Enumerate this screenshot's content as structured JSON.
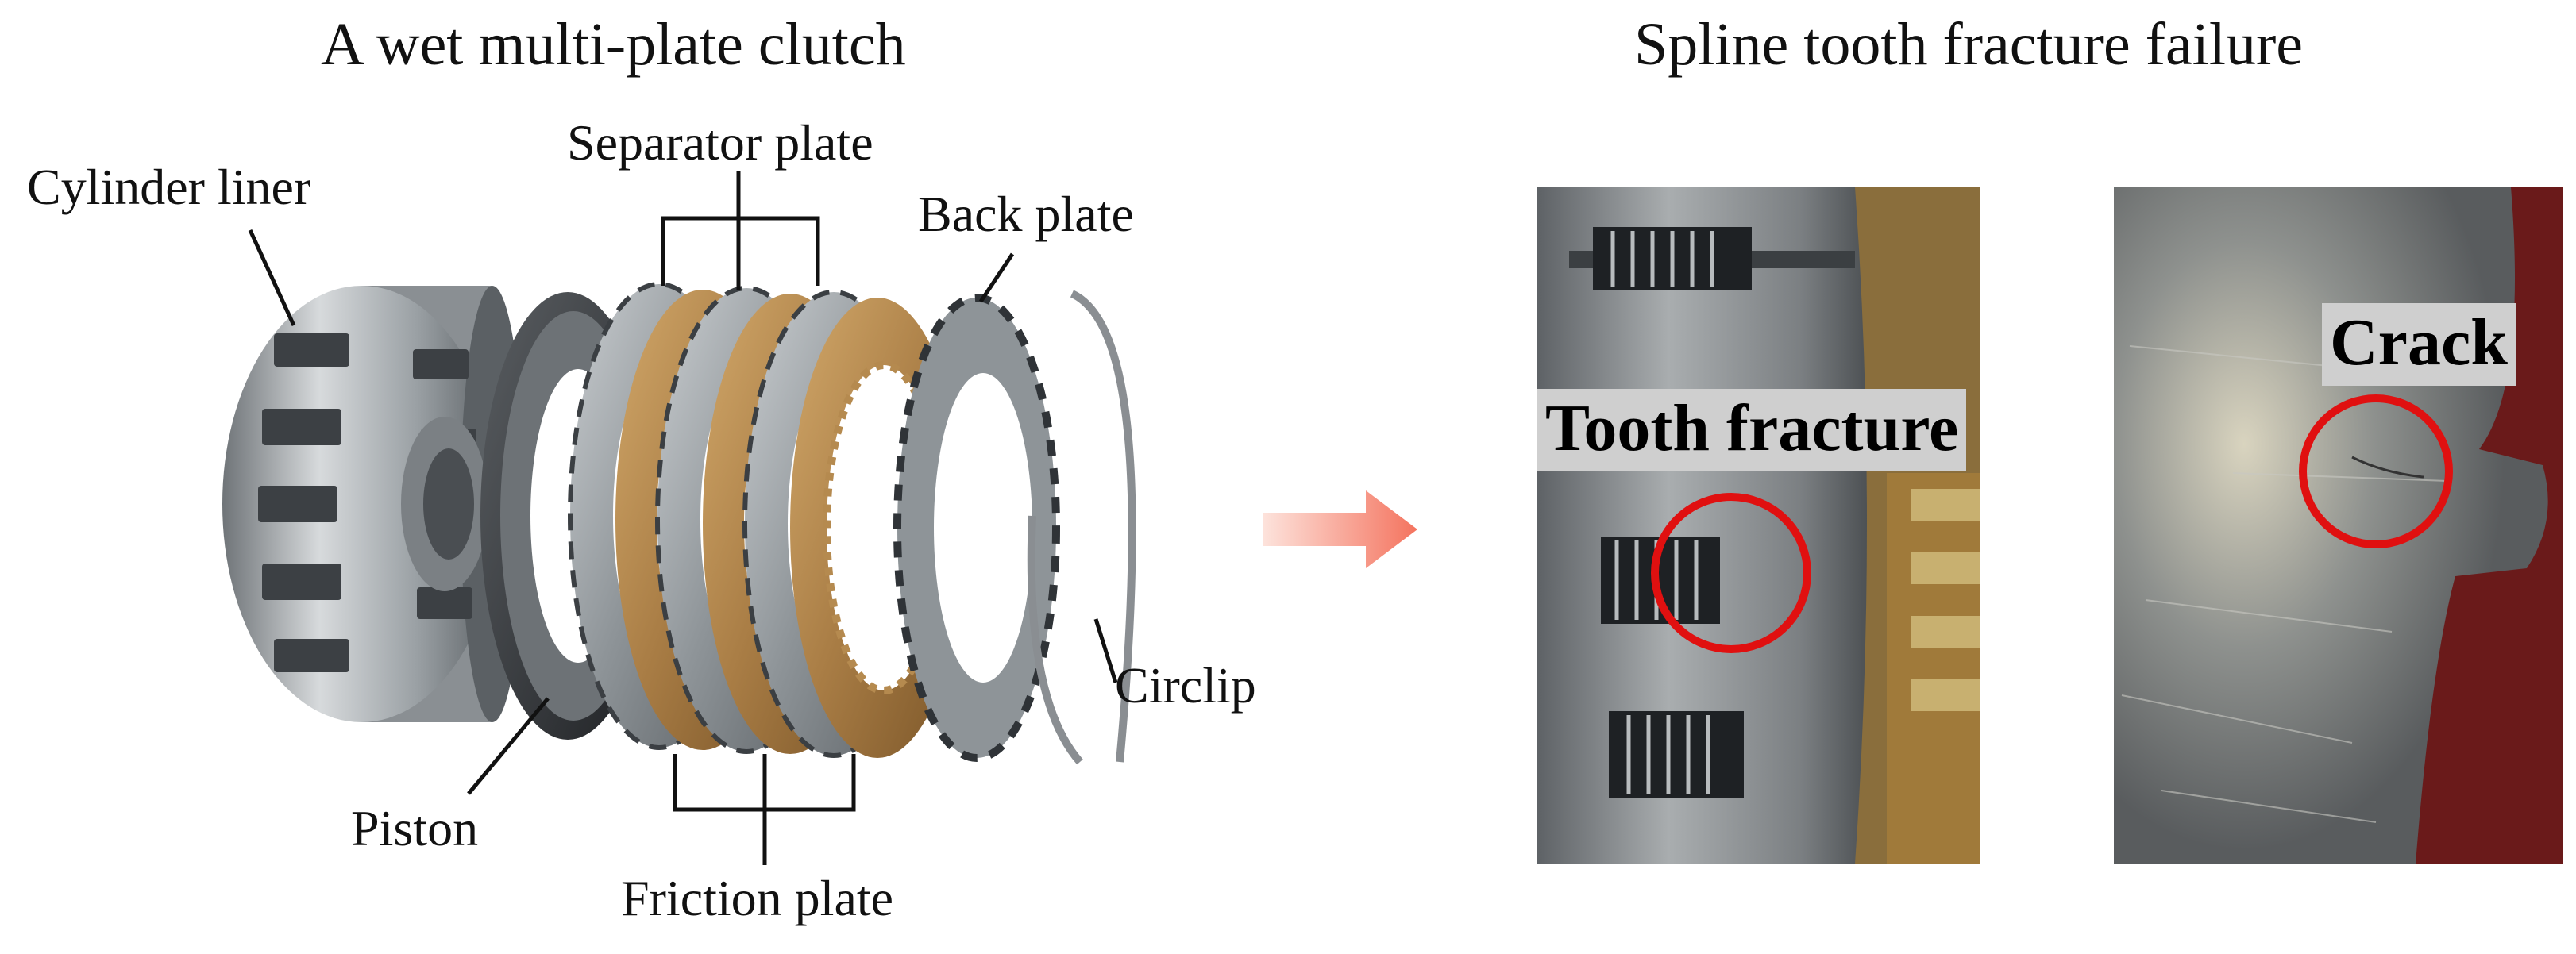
{
  "titles": {
    "left": "A wet multi-plate clutch",
    "right": "Spline tooth fracture failure"
  },
  "parts": {
    "cylinder_liner": "Cylinder liner",
    "separator_plate": "Separator plate",
    "back_plate": "Back plate",
    "circlip": "Circlip",
    "piston": "Piston",
    "friction_plate": "Friction plate"
  },
  "photos": {
    "tooth_fracture": "Tooth fracture",
    "crack": "Crack"
  },
  "colors": {
    "arrow": "#f4735e",
    "highlight_circle": "#e01010",
    "tag_background": "#cfcfcf",
    "friction_lining": "#b58a4f",
    "steel": "#9aa0a4"
  }
}
